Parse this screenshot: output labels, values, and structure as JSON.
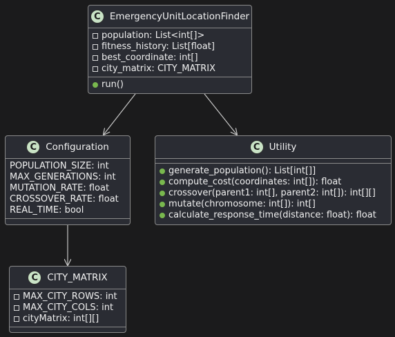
{
  "classes": {
    "finder": {
      "icon": "C",
      "name": "EmergencyUnitLocationFinder",
      "attributes": [
        {
          "visibility": "private",
          "text": "population: List<int[]>"
        },
        {
          "visibility": "private",
          "text": "fitness_history: List[float]"
        },
        {
          "visibility": "private",
          "text": "best_coordinate: int[]"
        },
        {
          "visibility": "private",
          "text": "city_matrix: CITY_MATRIX"
        }
      ],
      "methods": [
        {
          "visibility": "public",
          "text": "run()"
        }
      ]
    },
    "configuration": {
      "icon": "C",
      "name": "Configuration",
      "attributes": [
        {
          "visibility": "none",
          "text": "POPULATION_SIZE: int"
        },
        {
          "visibility": "none",
          "text": "MAX_GENERATIONS: int"
        },
        {
          "visibility": "none",
          "text": "MUTATION_RATE: float"
        },
        {
          "visibility": "none",
          "text": "CROSSOVER_RATE: float"
        },
        {
          "visibility": "none",
          "text": "REAL_TIME: bool"
        }
      ],
      "methods": []
    },
    "utility": {
      "icon": "C",
      "name": "Utility",
      "attributes": [],
      "methods": [
        {
          "visibility": "public",
          "text": "generate_population(): List[int[]]"
        },
        {
          "visibility": "public",
          "text": "compute_cost(coordinates: int[]): float"
        },
        {
          "visibility": "public",
          "text": "crossover(parent1: int[], parent2: int[]): int[][]"
        },
        {
          "visibility": "public",
          "text": "mutate(chromosome: int[]): int[]"
        },
        {
          "visibility": "public",
          "text": "calculate_response_time(distance: float): float"
        }
      ]
    },
    "city_matrix": {
      "icon": "C",
      "name": "CITY_MATRIX",
      "attributes": [
        {
          "visibility": "private",
          "text": "MAX_CITY_ROWS: int"
        },
        {
          "visibility": "private",
          "text": "MAX_CITY_COLS: int"
        },
        {
          "visibility": "private",
          "text": "cityMatrix: int[][]"
        }
      ],
      "methods": []
    }
  },
  "colors": {
    "background": "#1b1b1c",
    "box": "#2a2c33",
    "border": "#8a8a8a",
    "icon": "#c9e3c6",
    "public": "#79b84e",
    "edge": "#c8c8c8"
  }
}
